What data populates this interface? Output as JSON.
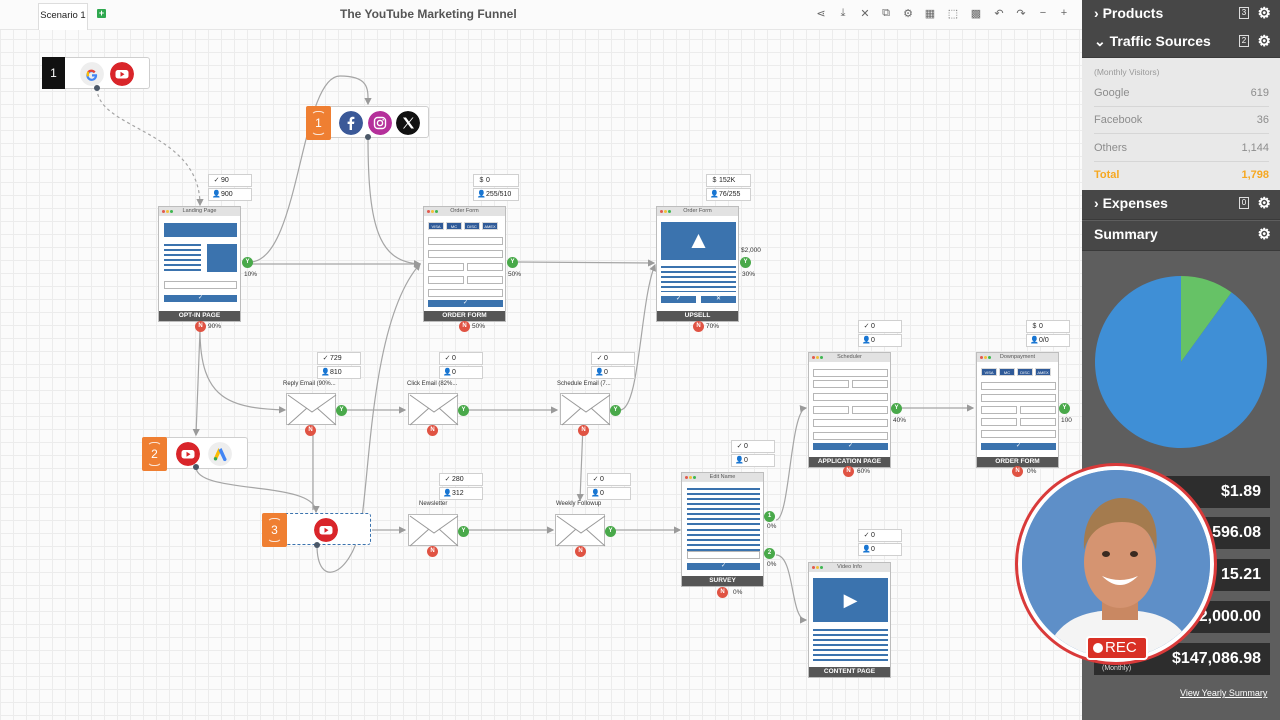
{
  "canvas": {
    "tab_label": "Scenario 1",
    "tab_add": "+",
    "title": "The YouTube Marketing Funnel",
    "toolbar": [
      "share-icon",
      "download-icon",
      "expand-icon",
      "copy-icon",
      "settings-icon",
      "calculator-icon",
      "select-icon",
      "grid-icon",
      "undo-icon",
      "redo-icon",
      "zoom-out-icon",
      "zoom-in-icon"
    ],
    "toolbar_glyphs": [
      "⋖",
      "⤓",
      "✕",
      "⧉",
      "⚙",
      "▦",
      "⬚",
      "▩",
      "↶",
      "↷",
      "−",
      "+"
    ]
  },
  "sources": {
    "s1": {
      "num": "1"
    },
    "s2": {
      "num": "1"
    },
    "s3": {
      "num": "2"
    },
    "s4": {
      "num": "3"
    }
  },
  "pages": {
    "landing": {
      "title": "Landing Page",
      "caption": "OPT-IN PAGE",
      "yes_pct": "10%",
      "no_pct": "90%",
      "stat1": "90",
      "stat2": "900"
    },
    "order": {
      "title": "Order Form",
      "caption": "ORDER FORM",
      "yes_pct": "50%",
      "no_pct": "50%",
      "stat1": "0",
      "stat2": "255/510"
    },
    "upsell": {
      "title": "Order Form",
      "caption": "UPSELL",
      "yes_pct": "30%",
      "no_pct": "70%",
      "price": "$2,000",
      "stat1": "152K",
      "stat2": "76/255"
    },
    "survey": {
      "title": "Edit Name",
      "caption": "SURVEY",
      "no_pct": "0%",
      "opt1_pct": "0%",
      "opt2_pct": "0%",
      "stat1": "0",
      "stat2": "0"
    },
    "application": {
      "title": "Scheduler",
      "caption": "APPLICATION PAGE",
      "yes_pct": "40%",
      "no_pct": "60%",
      "stat1": "0",
      "stat2": "0"
    },
    "downpayment": {
      "title": "Downpayment",
      "caption": "ORDER FORM",
      "yes_pct": "100",
      "no_pct": "0%",
      "stat1": "0",
      "stat2": "0/0"
    },
    "content": {
      "title": "Video Info",
      "caption": "CONTENT PAGE",
      "stat1": "0",
      "stat2": "0"
    }
  },
  "emails": {
    "reply": {
      "label": "Reply Email (90%...",
      "stat1": "729",
      "stat2": "810"
    },
    "click": {
      "label": "Click Email (82%...",
      "stat1": "0",
      "stat2": "0"
    },
    "schedule": {
      "label": "Schedule Email (7...",
      "stat1": "0",
      "stat2": "0"
    },
    "newsletter": {
      "label": "Newsletter",
      "stat1": "280",
      "stat2": "312"
    },
    "weekly": {
      "label": "Weekly Followup",
      "stat1": "0",
      "stat2": "0"
    }
  },
  "badges": {
    "yes": "Y",
    "no": "N",
    "one": "1",
    "two": "2"
  },
  "card_brands": [
    "VISA",
    "MC",
    "DISC",
    "AMEX"
  ],
  "icons": {
    "dollar": "$",
    "check": "✓",
    "cross": "✕",
    "person": "👤",
    "gear": "⚙",
    "upsell_arrow": "▲",
    "play": "▶"
  },
  "panel": {
    "products": {
      "title": "Products",
      "count": "3",
      "arrow": "›"
    },
    "traffic": {
      "title": "Traffic Sources",
      "count": "2",
      "arrow": "⌄",
      "subtitle": "(Monthly Visitors)",
      "rows": [
        {
          "label": "Google",
          "value": "619"
        },
        {
          "label": "Facebook",
          "value": "36"
        },
        {
          "label": "Others",
          "value": "1,144"
        }
      ],
      "total_label": "Total",
      "total_value": "1,798"
    },
    "expenses": {
      "title": "Expenses",
      "count": "0",
      "arrow": "›"
    },
    "summary": {
      "title": "Summary",
      "amounts": [
        "$1.89",
        "596.08",
        "15.21",
        "2,000.00",
        "$147,086.98"
      ],
      "last_label": "(Monthly)",
      "yearly_link": "View Yearly Summary"
    }
  },
  "pie": {
    "slices": [
      {
        "name": "Google",
        "value": 0.9,
        "color": "#3f8fd6"
      },
      {
        "name": "Facebook",
        "value": 0.1,
        "color": "#66c266"
      }
    ]
  },
  "rec_label": "REC",
  "colors": {
    "accent": "#3b73ae",
    "yes": "#49a94a",
    "no": "#e05343",
    "total": "#f6a821"
  }
}
